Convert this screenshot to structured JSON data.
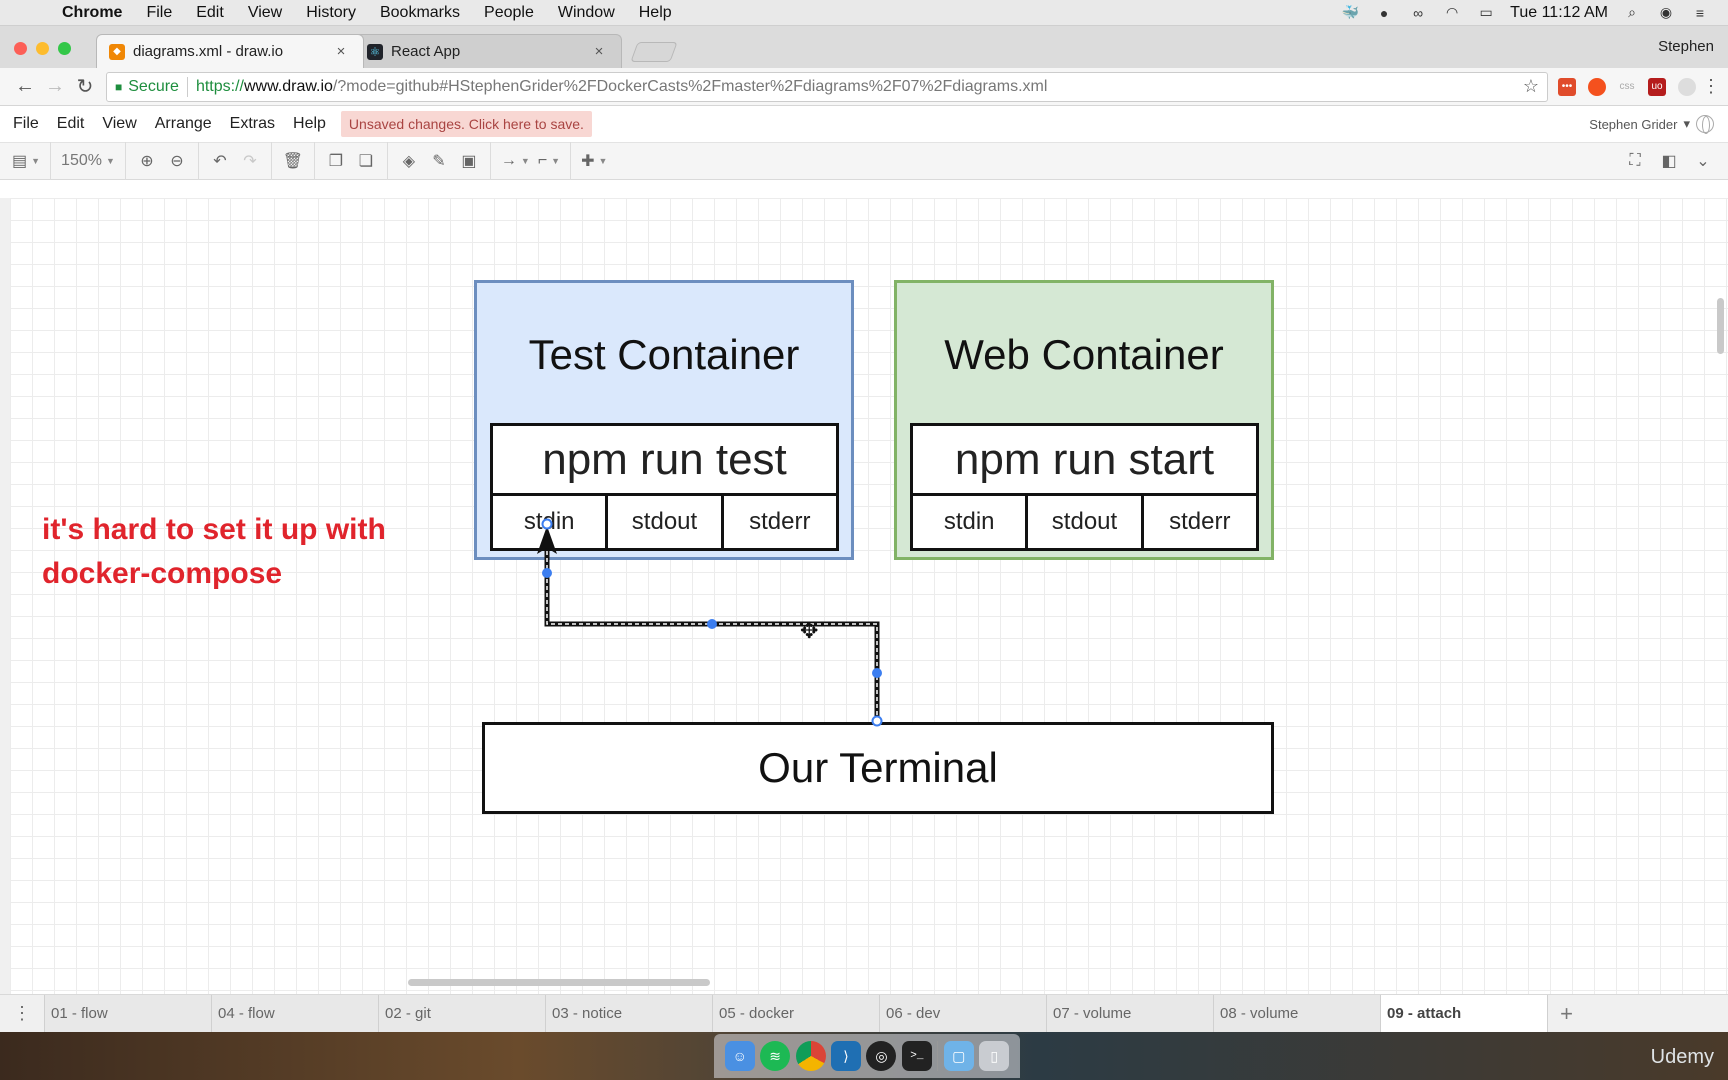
{
  "mac_menubar": {
    "app": "Chrome",
    "items": [
      "File",
      "Edit",
      "View",
      "History",
      "Bookmarks",
      "People",
      "Window",
      "Help"
    ],
    "clock": "Tue 11:12 AM"
  },
  "browser": {
    "tabs": [
      {
        "title": "diagrams.xml - draw.io",
        "close": "×"
      },
      {
        "title": "React App",
        "close": "×"
      }
    ],
    "profile": "Stephen",
    "secure_label": "Secure",
    "url": {
      "scheme": "https://",
      "host": "www.draw.io",
      "rest": "/?mode=github#HStephenGrider%2FDockerCasts%2Fmaster%2Fdiagrams%2F07%2Fdiagrams.xml"
    }
  },
  "app": {
    "menu": [
      "File",
      "Edit",
      "View",
      "Arrange",
      "Extras",
      "Help"
    ],
    "unsaved_notice": "Unsaved changes. Click here to save.",
    "account": "Stephen Grider",
    "zoom": "150%"
  },
  "diagram": {
    "note_line1": "it's hard to set it up with",
    "note_line2": "docker-compose",
    "test_container": {
      "title": "Test Container",
      "command": "npm run test",
      "streams": [
        "stdin",
        "stdout",
        "stderr"
      ]
    },
    "web_container": {
      "title": "Web Container",
      "command": "npm run start",
      "streams": [
        "stdin",
        "stdout",
        "stderr"
      ]
    },
    "terminal": "Our Terminal",
    "colors": {
      "test_fill": "#dae8fc",
      "test_stroke": "#6c8ebf",
      "web_fill": "#d5e8d4",
      "web_stroke": "#82b366",
      "note": "#e0242c",
      "selection": "#3c7ef0"
    }
  },
  "pages": [
    "01 - flow",
    "04 - flow",
    "02 - git",
    "03 - notice",
    "05 - docker",
    "06 - dev",
    "07 - volume",
    "08 - volume",
    "09 - attach"
  ],
  "active_page": "09 - attach",
  "watermark": "Udemy"
}
